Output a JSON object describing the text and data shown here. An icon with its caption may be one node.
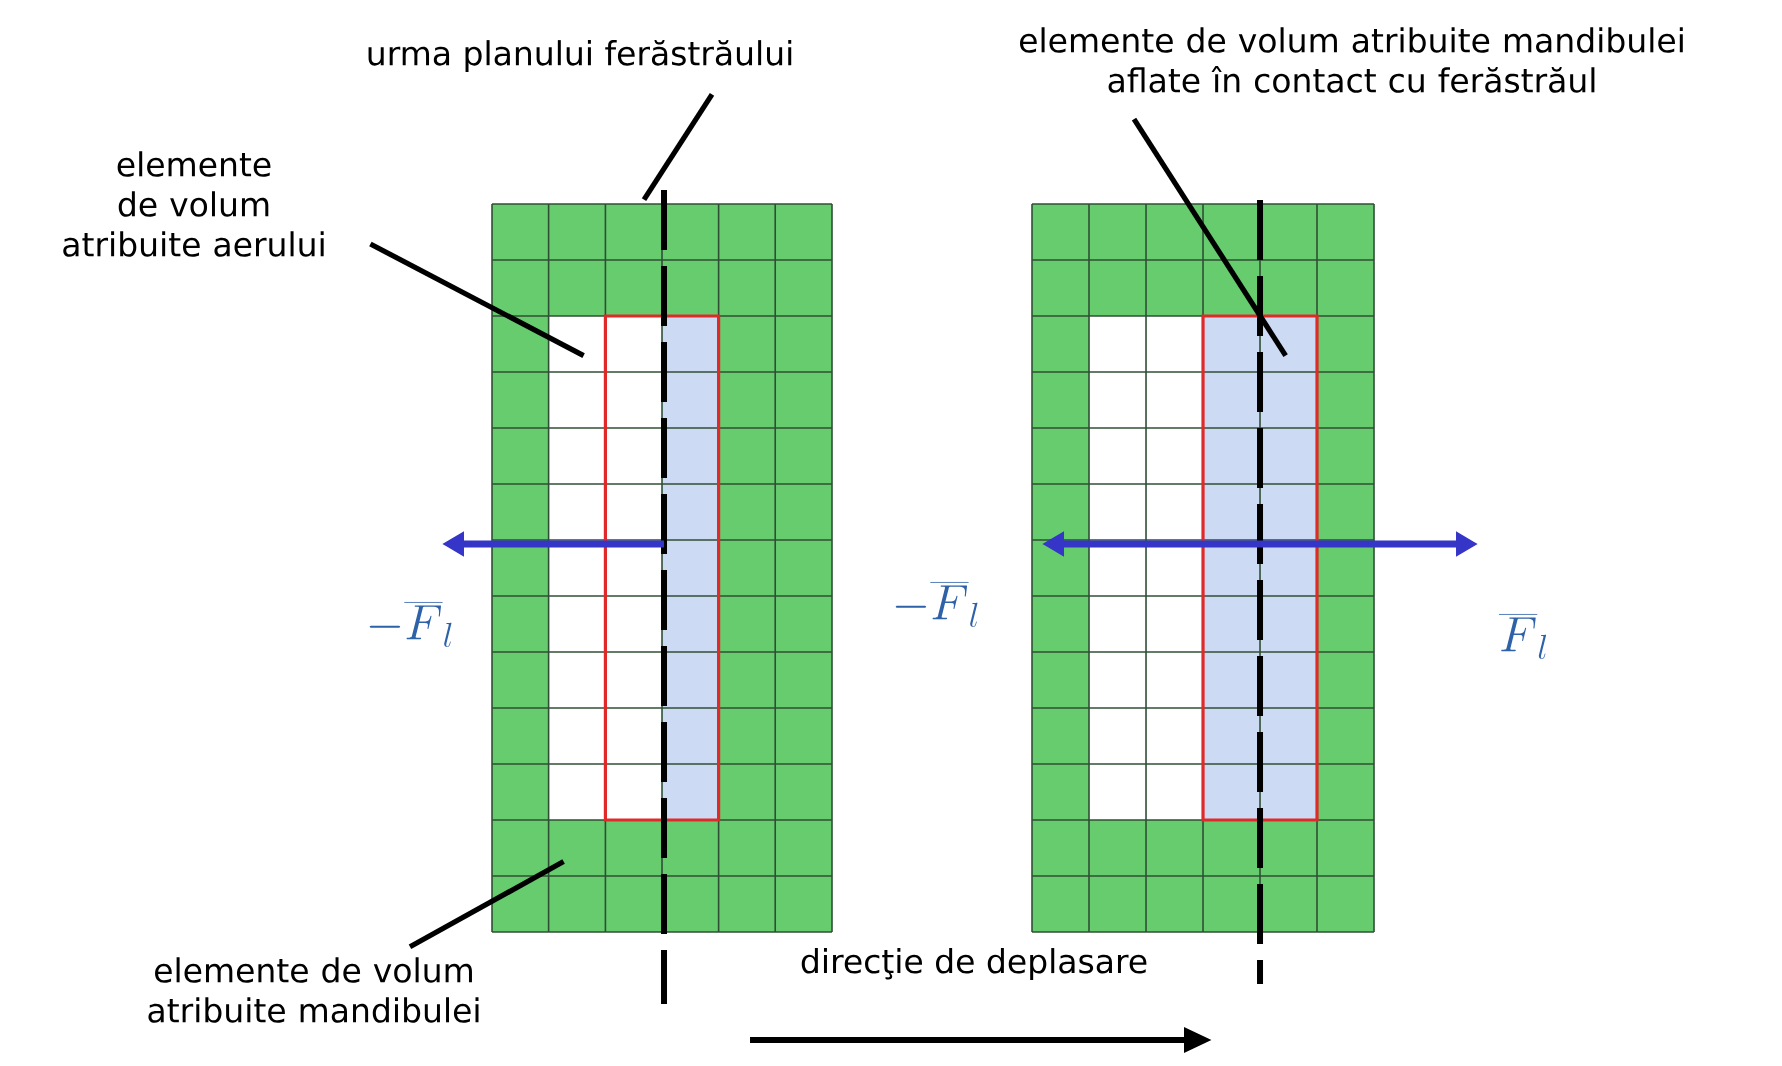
{
  "diagram": {
    "nodes": [
      {
        "text": [
          "urma planului ferăstrăului"
        ]
      },
      {
        "text": [
          "elemente de volum atribuite aerului"
        ]
      },
      {
        "text": [
          "elemente de volum atribuite mandibulei aflate în contact cu ferăstrăul"
        ]
      },
      {
        "text": [
          "elemente de volum atribuite mandibulei"
        ]
      },
      {
        "text": [],
        "shape": "line"
      },
      {
        "text": [],
        "shape": "picture"
      },
      {
        "text": [],
        "shape": "picture"
      }
    ],
    "edges": [
      {
        "from": 0,
        "to": 4,
        "arrow": "none"
      },
      {
        "from": 1,
        "to": 5,
        "arrow": "none"
      },
      {
        "from": 2,
        "to": 6,
        "arrow": "none"
      },
      {
        "from": 3,
        "to": 5,
        "arrow": "none"
      }
    ],
    "labels": [
      "direcţie de deplasare",
      "-\\overline{F}_l",
      "-\\overline{F}_l",
      "\\overline{F}_l"
    ]
  }
}
